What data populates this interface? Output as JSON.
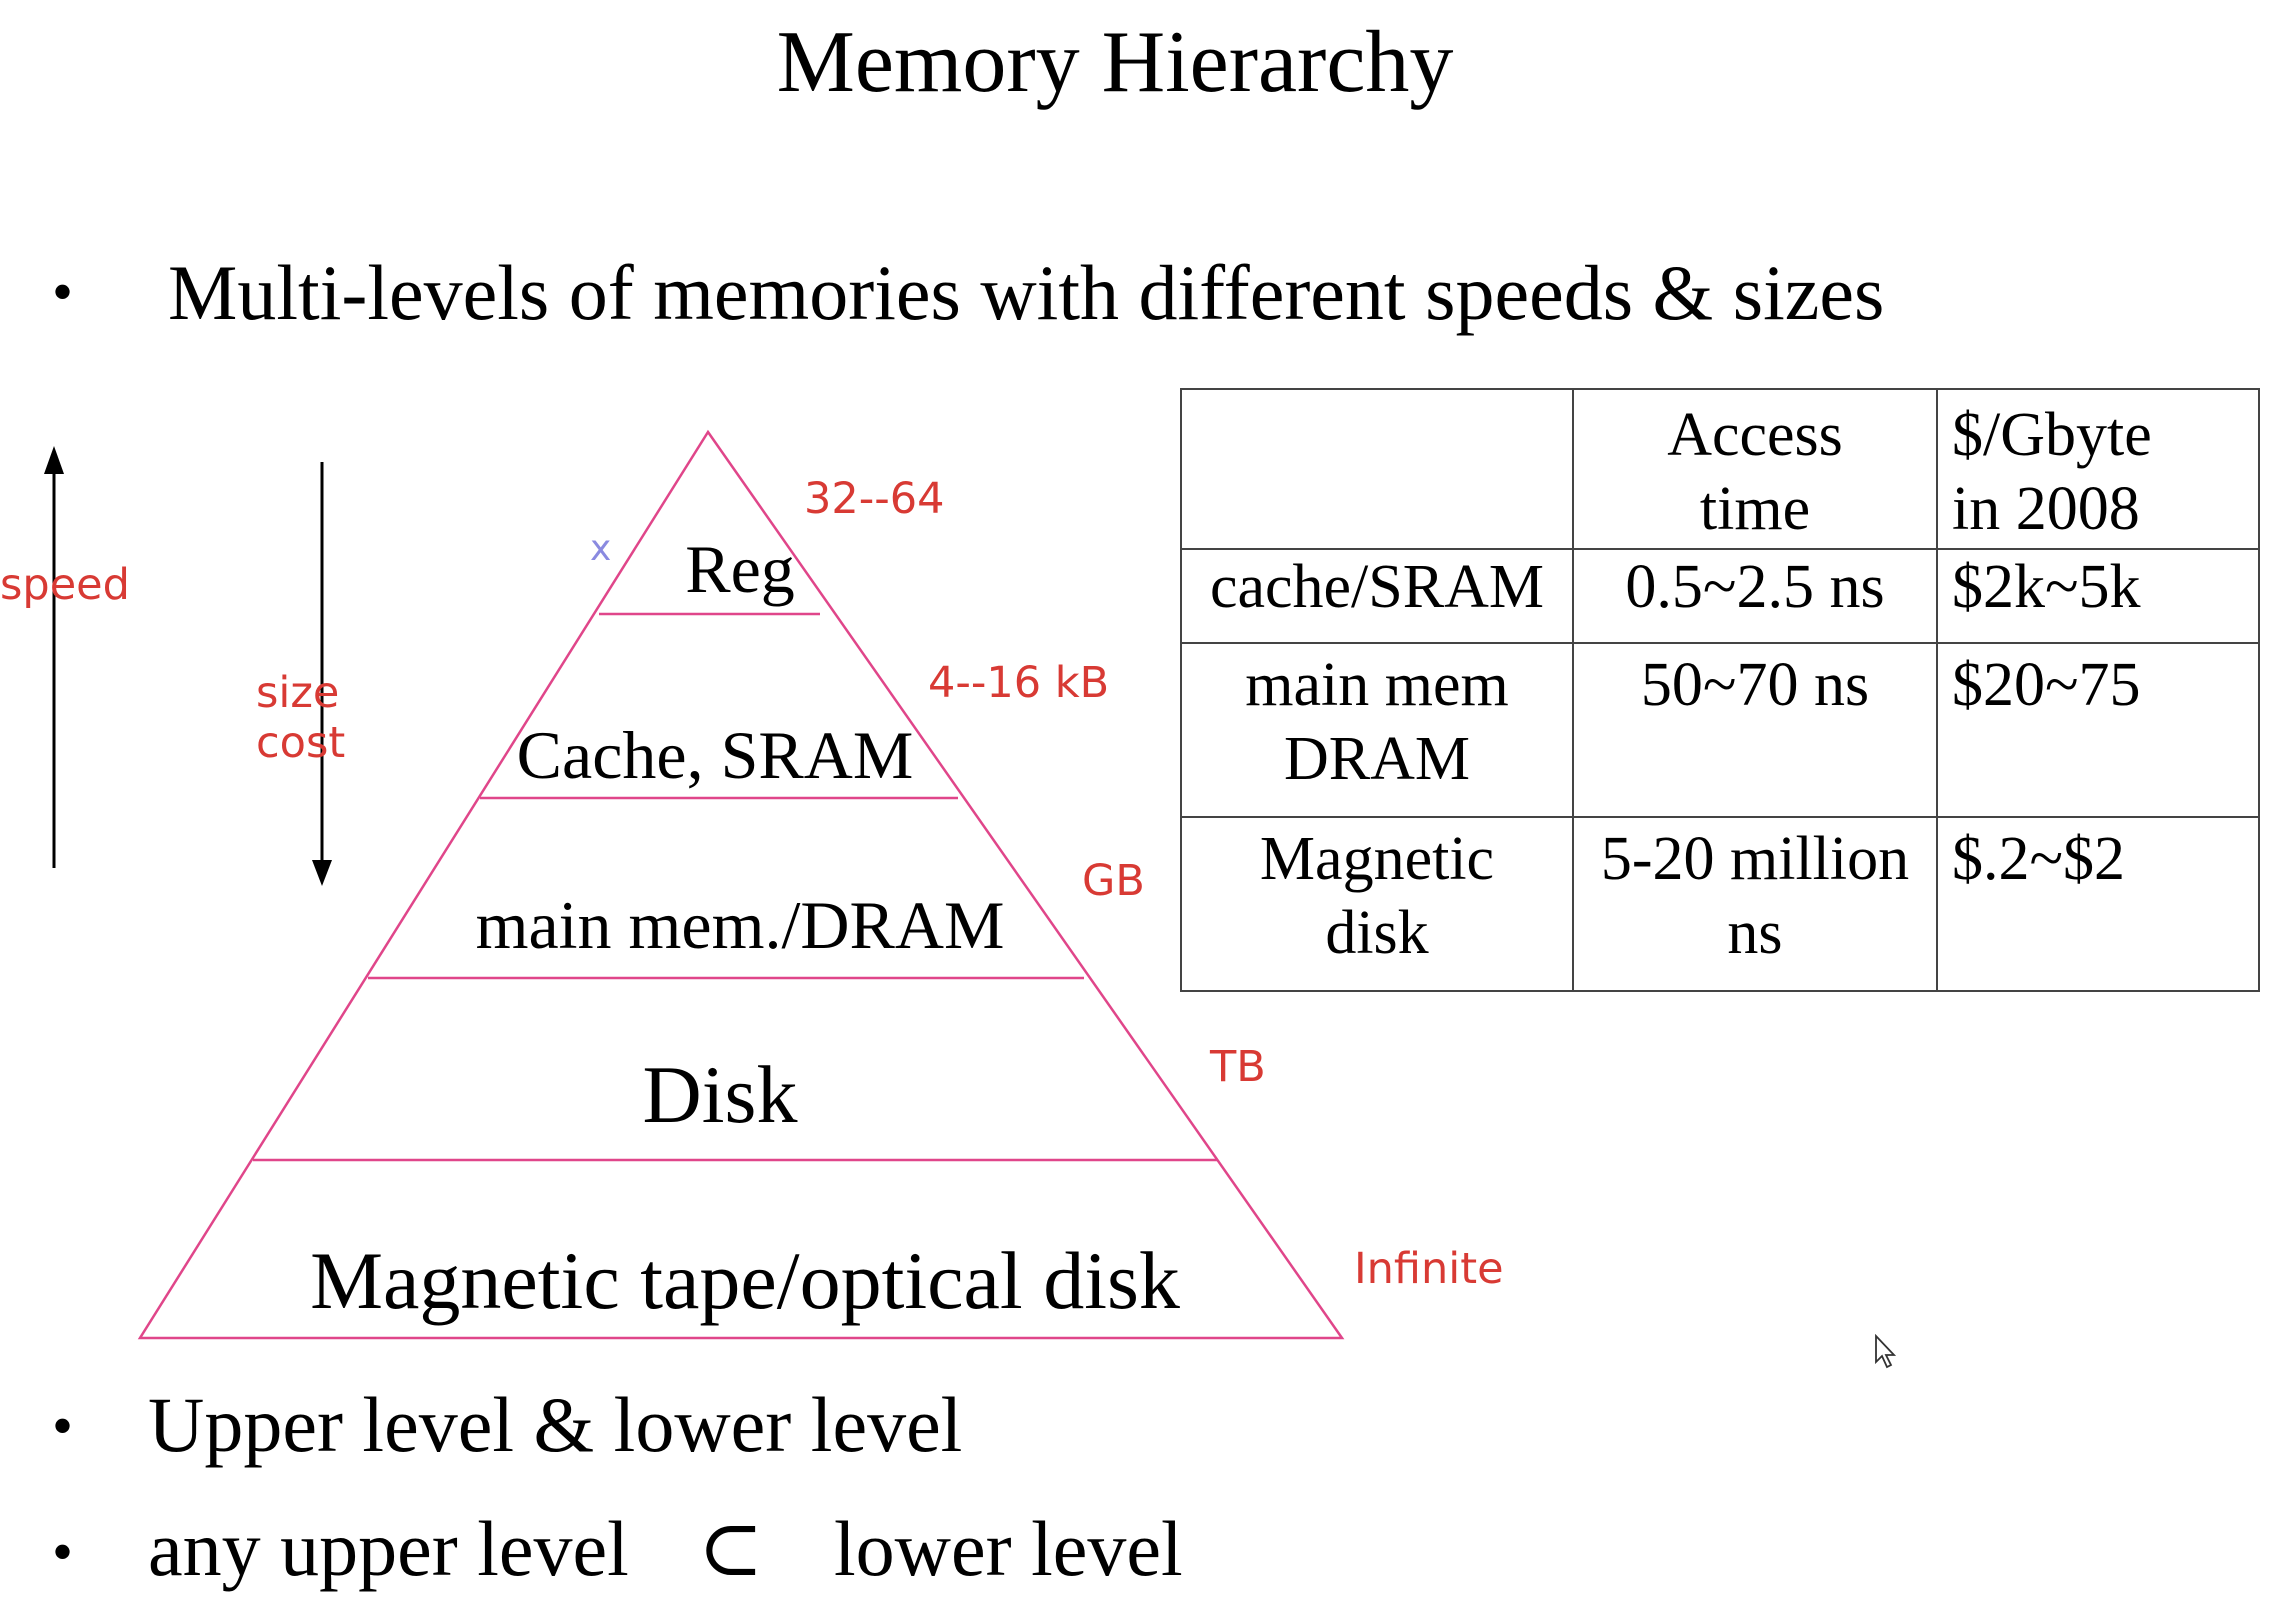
{
  "title": "Memory Hierarchy",
  "bullets": {
    "b1": "Multi-levels of memories with different speeds & sizes",
    "b2": "Upper level & lower level",
    "b3_pre": "any upper level",
    "b3_sym": "⊂",
    "b3_post": "lower level"
  },
  "annotations": {
    "speed": "speed",
    "size": "size",
    "cost": "cost",
    "x_mark": "x",
    "reg_size": "32--64",
    "cache_size": "4--16 kB",
    "dram_size": "GB",
    "disk_size": "TB",
    "tape_size": "Infinite"
  },
  "pyramid": {
    "levels": [
      "Reg",
      "Cache, SRAM",
      "main mem./DRAM",
      "Disk",
      "Magnetic tape/optical disk"
    ]
  },
  "table": {
    "header": [
      "",
      "Access time",
      "$/Gbyte in 2008"
    ],
    "rows": [
      [
        "cache/SRAM",
        "0.5~2.5 ns",
        "$2k~5k"
      ],
      [
        "main mem DRAM",
        "50~70 ns",
        "$20~75"
      ],
      [
        "Magnetic disk",
        "5-20 million ns",
        "$.2~$2"
      ]
    ]
  },
  "colors": {
    "pyramid_lines": "#e0468a",
    "annotation": "#d83a34",
    "x_mark": "#8a8ae0"
  }
}
